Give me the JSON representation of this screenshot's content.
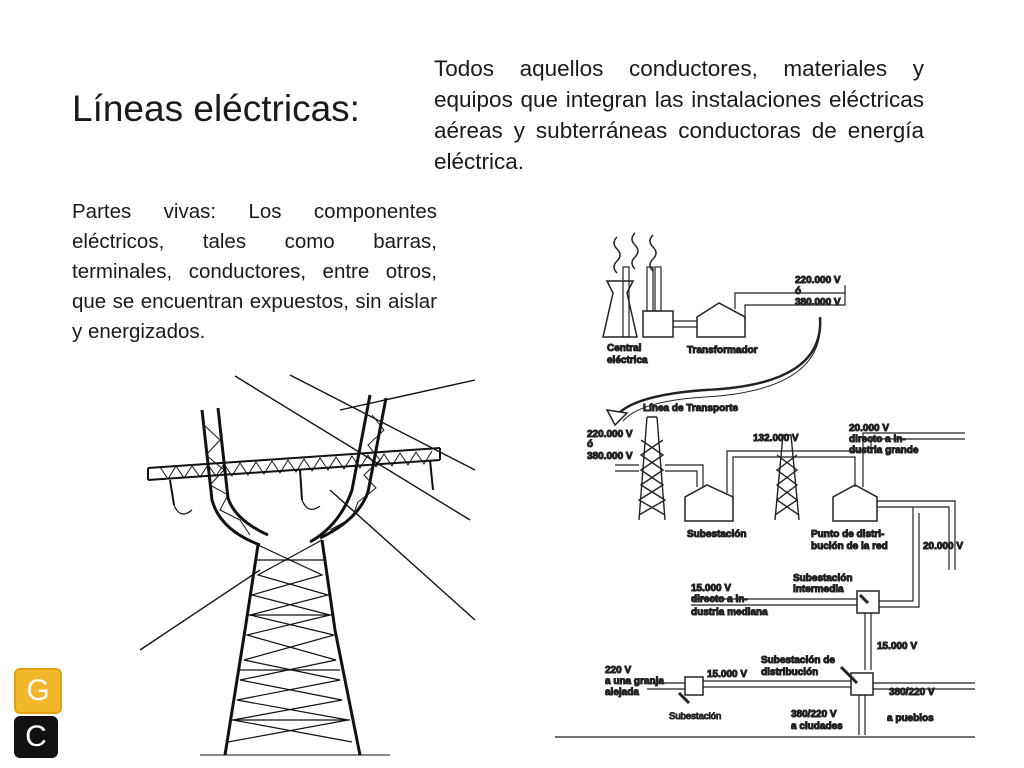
{
  "slide": {
    "title": "Líneas eléctricas:",
    "definition": "Todos aquellos conductores, materiales y equipos que integran las instalaciones eléctricas aéreas y subterráneas conductoras de energía eléctrica.",
    "live_parts": "Partes vivas: Los componentes eléctricos, tales como barras, terminales, conductores, entre otros, que se encuentran expuestos, sin aislar y energizados."
  },
  "diagram": {
    "central": "Central",
    "electrica": "eléctrica",
    "transformador": "Transformador",
    "v_top_1": "220.000 V",
    "v_top_or": "ó",
    "v_top_2": "380.000 V",
    "linea_transporte": "Línea de Transporte",
    "v_left_1": "220.000 V",
    "v_left_or": "ó",
    "v_left_2": "380.000 V",
    "v_132": "132.000 V",
    "ind_grande_1": "20.000 V",
    "ind_grande_2": "directo a in-",
    "ind_grande_3": "dustria grande",
    "subestacion": "Subestación",
    "punto_1": "Punto de distri-",
    "punto_2": "bución de la red",
    "v_20000": "20.000 V",
    "sub_int_1": "Subestación",
    "sub_int_2": "intermedia",
    "ind_med_1": "15.000 V",
    "ind_med_2": "directo a in-",
    "ind_med_3": "dustria mediana",
    "v_15000_right": "15.000 V",
    "sub_dist_1": "Subestación de",
    "sub_dist_2": "distribución",
    "granja_1": "220 V",
    "granja_2": "a una granja",
    "granja_3": "alejada",
    "v_15000_bottom": "15.000 V",
    "subestacion_small": "Subestación",
    "v_380_220_right": "380/220 V",
    "ciudades_1": "380/220 V",
    "ciudades_2": "a ciudades",
    "pueblos": "a pueblos"
  },
  "badges": {
    "g": "G",
    "c": "C"
  },
  "colors": {
    "badge_g": "#f3b72b",
    "badge_c": "#111111"
  },
  "icons": [
    "power-tower-illustration",
    "power-distribution-diagram"
  ]
}
